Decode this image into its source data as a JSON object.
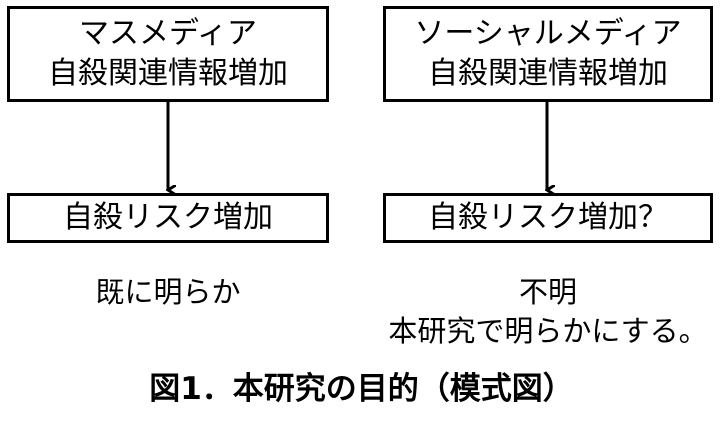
{
  "diagram": {
    "left": {
      "top_box": {
        "line1": "マスメディア",
        "line2": "自殺関連情報増加"
      },
      "bottom_box": "自殺リスク増加",
      "note": "既に明らか"
    },
    "right": {
      "top_box": {
        "line1": "ソーシャルメディア",
        "line2": "自殺関連情報増加"
      },
      "bottom_box": "自殺リスク増加？",
      "note_line1": "不明",
      "note_line2": "本研究で明らかにする。"
    },
    "caption": "図1．本研究の目的（模式図）"
  },
  "colors": {
    "line": "#000000",
    "background": "#ffffff"
  }
}
